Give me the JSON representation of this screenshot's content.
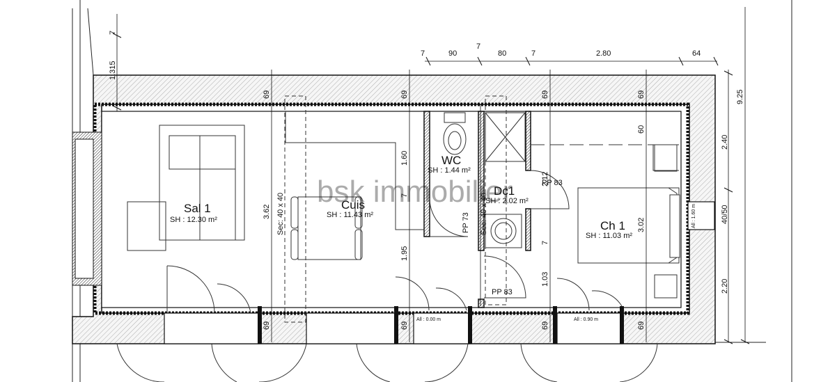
{
  "rooms": {
    "sal1": {
      "name": "Sal 1",
      "area": "SH : 12.30 m²"
    },
    "cuis": {
      "name": "Cuis",
      "area": "SH : 11.43 m²"
    },
    "wc": {
      "name": "WC",
      "area": "SH : 1.44 m²"
    },
    "dc1": {
      "name": "Dc1",
      "area": "SH : 2.02 m²"
    },
    "ch1": {
      "name": "Ch 1",
      "area": "SH : 11.03 m²"
    }
  },
  "labels": {
    "sec": "Sec: 40 x 40",
    "pp73": "PP 73",
    "pp83_top": "PP 83",
    "pp83_bottom": "PP 83",
    "all_0": "All : 0.00 m",
    "all_090": "All : 0.90 m",
    "all_160": "All : 1.60 m",
    "window_40_50": "40/50",
    "sec_dc": "Sec: 40 x 40"
  },
  "dimensions": {
    "top_chain": [
      "7",
      "90",
      "7",
      "80",
      "7",
      "2.80",
      "64"
    ],
    "wall_69": "69",
    "dim_1315": "1.315",
    "dim_7": "7",
    "dim_925": "9.25",
    "dim_240": "2.40",
    "dim_220": "2.20",
    "dim_60": "60",
    "dim_160": "1.60",
    "dim_362": "3.62",
    "dim_195": "1.95",
    "dim_212": "2.12",
    "dim_302": "3.02",
    "dim_103": "1.03"
  },
  "watermark": "bsk immobilier",
  "colors": {
    "line": "#111111",
    "hatch": "#9a9a9a",
    "wall_fill": "#f4f4f4"
  }
}
